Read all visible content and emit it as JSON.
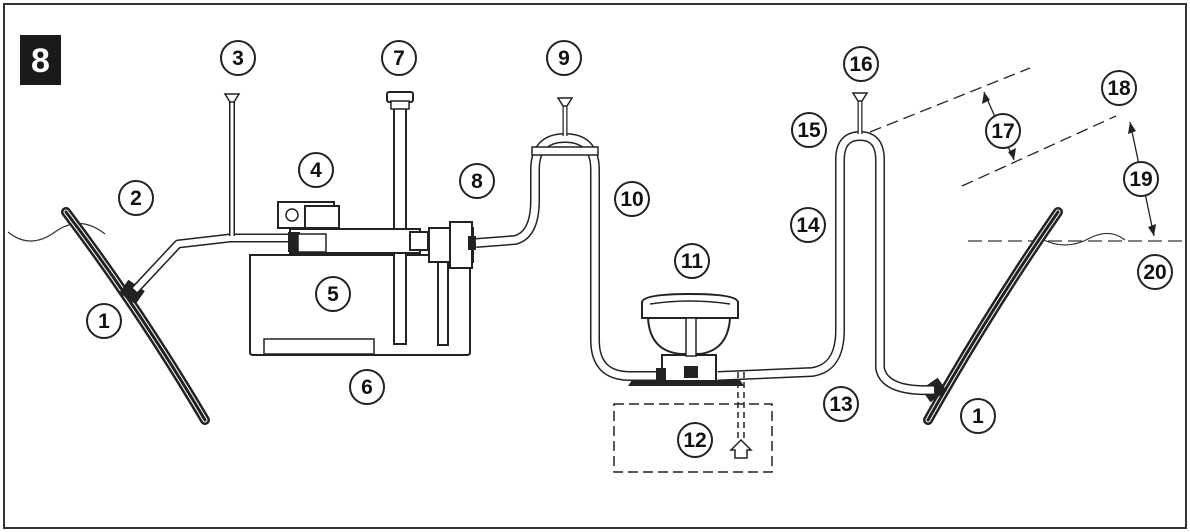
{
  "figure": {
    "number": "8"
  },
  "callouts": [
    {
      "id": "c1a",
      "label": "1"
    },
    {
      "id": "c2",
      "label": "2"
    },
    {
      "id": "c3",
      "label": "3"
    },
    {
      "id": "c4",
      "label": "4"
    },
    {
      "id": "c5",
      "label": "5"
    },
    {
      "id": "c6",
      "label": "6"
    },
    {
      "id": "c7",
      "label": "7"
    },
    {
      "id": "c8",
      "label": "8"
    },
    {
      "id": "c9",
      "label": "9"
    },
    {
      "id": "c10",
      "label": "10"
    },
    {
      "id": "c11",
      "label": "11"
    },
    {
      "id": "c12",
      "label": "12"
    },
    {
      "id": "c13",
      "label": "13"
    },
    {
      "id": "c14",
      "label": "14"
    },
    {
      "id": "c15",
      "label": "15"
    },
    {
      "id": "c16",
      "label": "16"
    },
    {
      "id": "c17",
      "label": "17"
    },
    {
      "id": "c18",
      "label": "18"
    },
    {
      "id": "c19",
      "label": "19"
    },
    {
      "id": "c20",
      "label": "20"
    },
    {
      "id": "c1b",
      "label": "1"
    }
  ],
  "colors": {
    "line": "#222222",
    "badge": "#1a1a1a",
    "frame": "#333333"
  }
}
